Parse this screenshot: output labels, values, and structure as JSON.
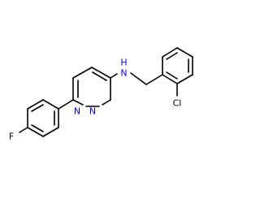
{
  "colors": {
    "bond": "#000000",
    "nitrogen": "#0000ff",
    "fluorine": "#000000",
    "chlorine": "#000000"
  },
  "atoms": {
    "amine_n": "N",
    "amine_h": "H",
    "ring_n1": "N",
    "ring_n2": "N",
    "fluorine": "F",
    "chlorine": "Cl"
  }
}
